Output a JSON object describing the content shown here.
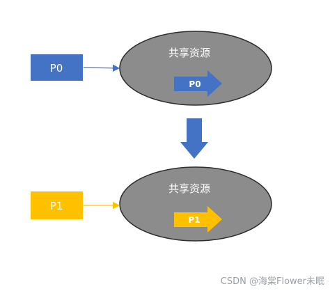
{
  "colors": {
    "p0": "#4472C4",
    "p1": "#FFC000",
    "ellipse": "#8c8c8c",
    "ellipse_stroke": "#2e2e2e",
    "down_arrow": "#4472C4",
    "text": "#ffffff"
  },
  "top": {
    "process_label": "P0",
    "resource_label": "共享资源",
    "token_label": "P0"
  },
  "bottom": {
    "process_label": "P1",
    "resource_label": "共享资源",
    "token_label": "P1"
  },
  "watermark": "CSDN @海棠Flower未眠"
}
